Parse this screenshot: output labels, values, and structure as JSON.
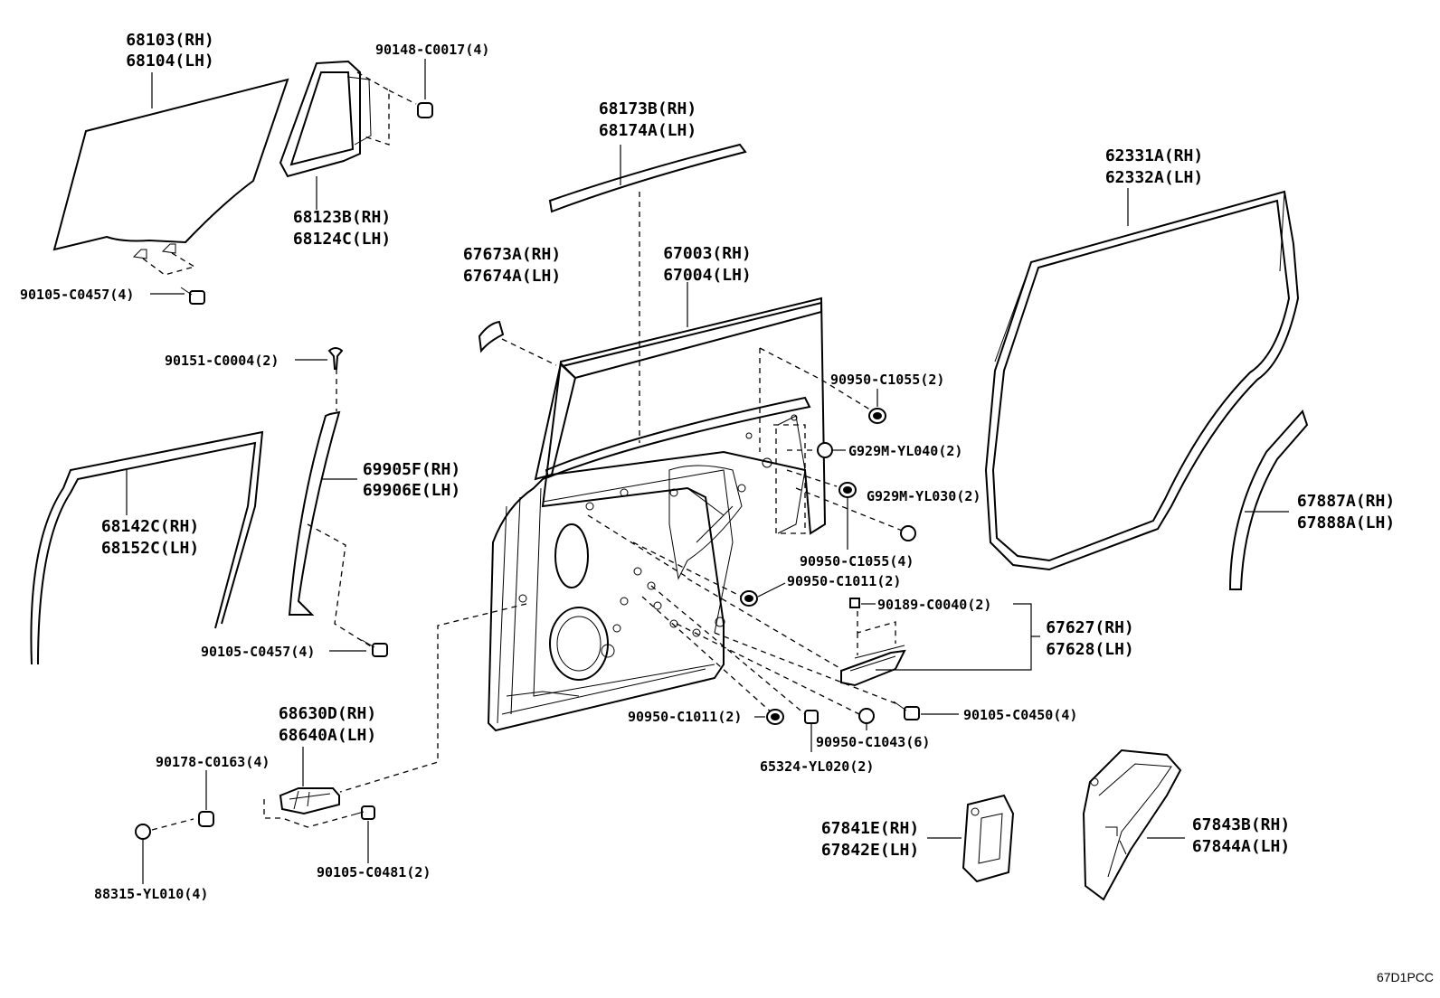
{
  "diagram_code": "67D1PCC",
  "labels": {
    "glass": [
      "68103(RH)",
      "68104(LH)"
    ],
    "b90148": "90148-C0017(4)",
    "qtr_frame": [
      "68123B(RH)",
      "68124C(LH)"
    ],
    "b90105a": "90105-C0457(4)",
    "b90151": "90151-C0004(2)",
    "run_channel": [
      "68142C(RH)",
      "68152C(LH)"
    ],
    "pillar_garn": [
      "69905F(RH)",
      "69906E(LH)"
    ],
    "b90105b": "90105-C0457(4)",
    "hinge": [
      "68630D(RH)",
      "68640A(LH)"
    ],
    "b90178": "90178-C0163(4)",
    "b90105c": "90105-C0481(2)",
    "plug88315": "88315-YL010(4)",
    "belt_moulding": [
      "68173B(RH)",
      "68174A(LH)"
    ],
    "corner_piece": [
      "67673A(RH)",
      "67674A(LH)"
    ],
    "door_panel": [
      "67003(RH)",
      "67004(LH)"
    ],
    "plug1055a": "90950-C1055(2)",
    "g929_40": "G929M-YL040(2)",
    "g929_30": "G929M-YL030(2)",
    "plug1055b": "90950-C1055(4)",
    "plug1011a": "90950-C1011(2)",
    "clip90189": "90189-C0040(2)",
    "bracket": [
      "67627(RH)",
      "67628(LH)"
    ],
    "plug1011b": "90950-C1011(2)",
    "plug1043": "90950-C1043(6)",
    "b90105d": "90105-C0450(4)",
    "nut65324": "65324-YL020(2)",
    "weatherstrip": [
      "62331A(RH)",
      "62332A(LH)"
    ],
    "rear_seal": [
      "67887A(RH)",
      "67888A(LH)"
    ],
    "service_cover_a": [
      "67841E(RH)",
      "67842E(LH)"
    ],
    "service_cover_b": [
      "67843B(RH)",
      "67844A(LH)"
    ]
  }
}
